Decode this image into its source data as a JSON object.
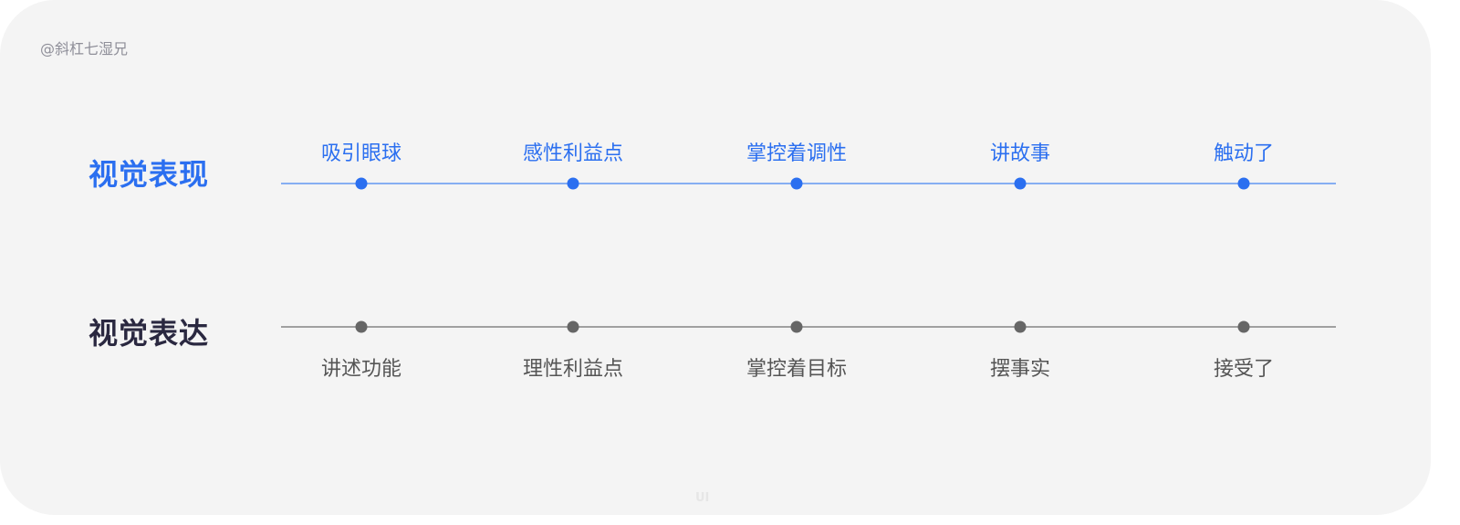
{
  "credit": "@斜杠七湿兄",
  "watermark": "UI.cn",
  "colors": {
    "blue": "#2b6ff0",
    "blue_line": "#86aef2",
    "gray_dot": "#666666",
    "gray_line": "#a0a0a0",
    "dark_title": "#2a2840"
  },
  "rows": [
    {
      "title": "视觉表现",
      "items": [
        "吸引眼球",
        "感性利益点",
        "掌控着调性",
        "讲故事",
        "触动了"
      ]
    },
    {
      "title": "视觉表达",
      "items": [
        "讲述功能",
        "理性利益点",
        "掌控着目标",
        "摆事实",
        "接受了"
      ]
    }
  ]
}
